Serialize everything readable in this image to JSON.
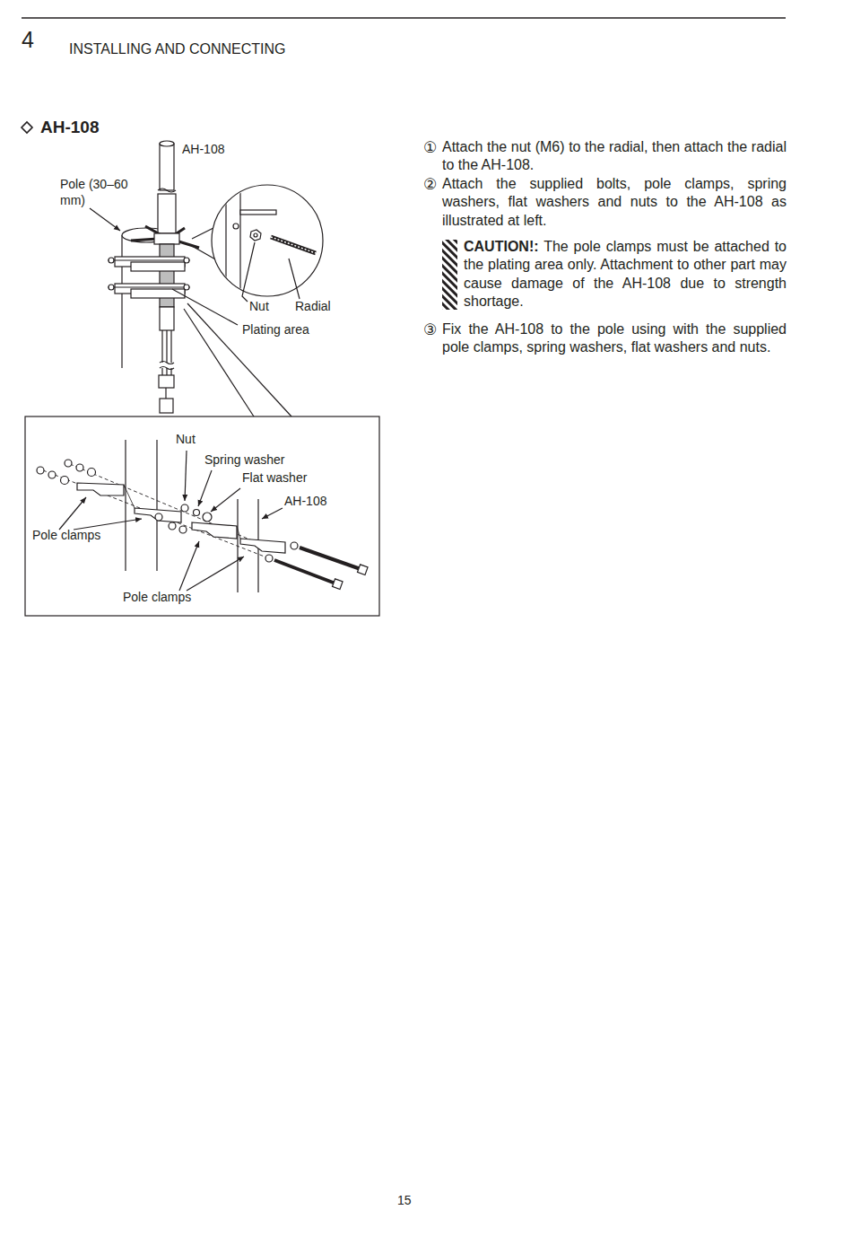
{
  "diagram": {
    "title": "AH-108",
    "labels": [
      "4",
      "INSTALLING AND CONNECTING",
      "AH-108",
      "Pole (30–60 mm)",
      "Nut",
      "Radial",
      "Plating area",
      "Nut",
      "Spring washer",
      "Flat washer",
      "AH-108",
      "Pole clamps",
      "Pole clamps",
      "①",
      "Attach the nut (M6) to the radial, then attach the radial to the AH-108.",
      "②",
      "Attach the supplied bolts, pole clamps, spring washers, flat washers and nuts to the AH-108 as illustrated at left.",
      "CAUTION!:",
      "The pole clamps must be attached to the plating area only. Attachment to other part may cause damage of the AH-108 due to strength shortage.",
      "③",
      "Fix the AH-108 to the pole using with the supplied pole clamps, spring washers, flat washers and nuts.",
      "15"
    ]
  }
}
